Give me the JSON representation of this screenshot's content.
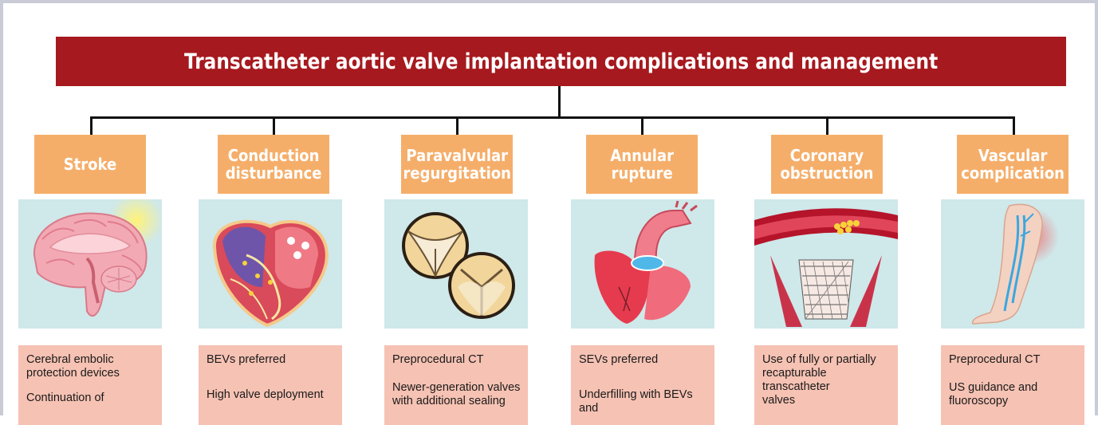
{
  "title": "Transcatheter aortic valve implantation complications and management",
  "colors": {
    "title_bg": "#a6191e",
    "label_bg": "#f5ae6a",
    "illustration_bg": "#cfe8ea",
    "management_bg": "#f6c2b3",
    "connector": "#111111"
  },
  "complications": [
    {
      "label": "Stroke",
      "illustration": "brain-icon",
      "management": [
        "Cerebral embolic\nprotection devices",
        "Continuation of"
      ]
    },
    {
      "label": "Conduction\ndisturbance",
      "illustration": "heart-conduction-icon",
      "management": [
        "BEVs preferred",
        "High valve deployment"
      ]
    },
    {
      "label": "Paravalvular\nregurgitation",
      "illustration": "prosthetic-valve-icon",
      "management": [
        "Preprocedural CT",
        "Newer-generation valves\nwith additional sealing"
      ]
    },
    {
      "label": "Annular\nrupture",
      "illustration": "aortic-annulus-icon",
      "management": [
        "SEVs preferred",
        "Underfilling with BEVs and"
      ]
    },
    {
      "label": "Coronary\nobstruction",
      "illustration": "coronary-stent-icon",
      "management": [
        "Use of fully or partially\nrecapturable transcatheter\nvalves"
      ]
    },
    {
      "label": "Vascular\ncomplication",
      "illustration": "leg-vessels-icon",
      "management": [
        "Preprocedural CT",
        "US guidance and\nfluoroscopy"
      ]
    }
  ]
}
